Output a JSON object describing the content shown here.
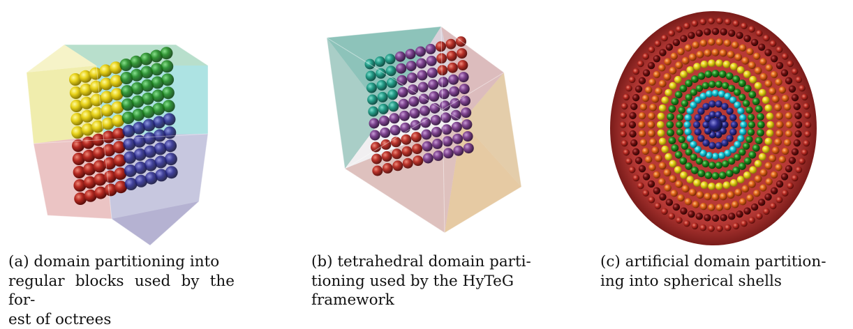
{
  "figures": [
    {
      "id": "a",
      "caption_lines": [
        "(a)  domain  partitioning  into",
        "regular blocks used by the for-",
        "est of octrees"
      ]
    },
    {
      "id": "b",
      "caption_lines": [
        "(b)  tetrahedral  domain  parti-",
        "tioning  used  by  the  HyTeG",
        "framework"
      ]
    },
    {
      "id": "c",
      "caption_lines": [
        "(c)  artificial domain partition-",
        "ing into spherical shells"
      ]
    }
  ],
  "colors": {
    "yellow": "#e8d21a",
    "red": "#b52a22",
    "green": "#1f8a1f",
    "blue": "#2a2a8e",
    "teal": "#1f9a85",
    "purple": "#7a3d8c",
    "orange": "#e0661b",
    "cyan": "#18c7d6",
    "darkred": "#6e0f0f",
    "navy": "#202066"
  }
}
